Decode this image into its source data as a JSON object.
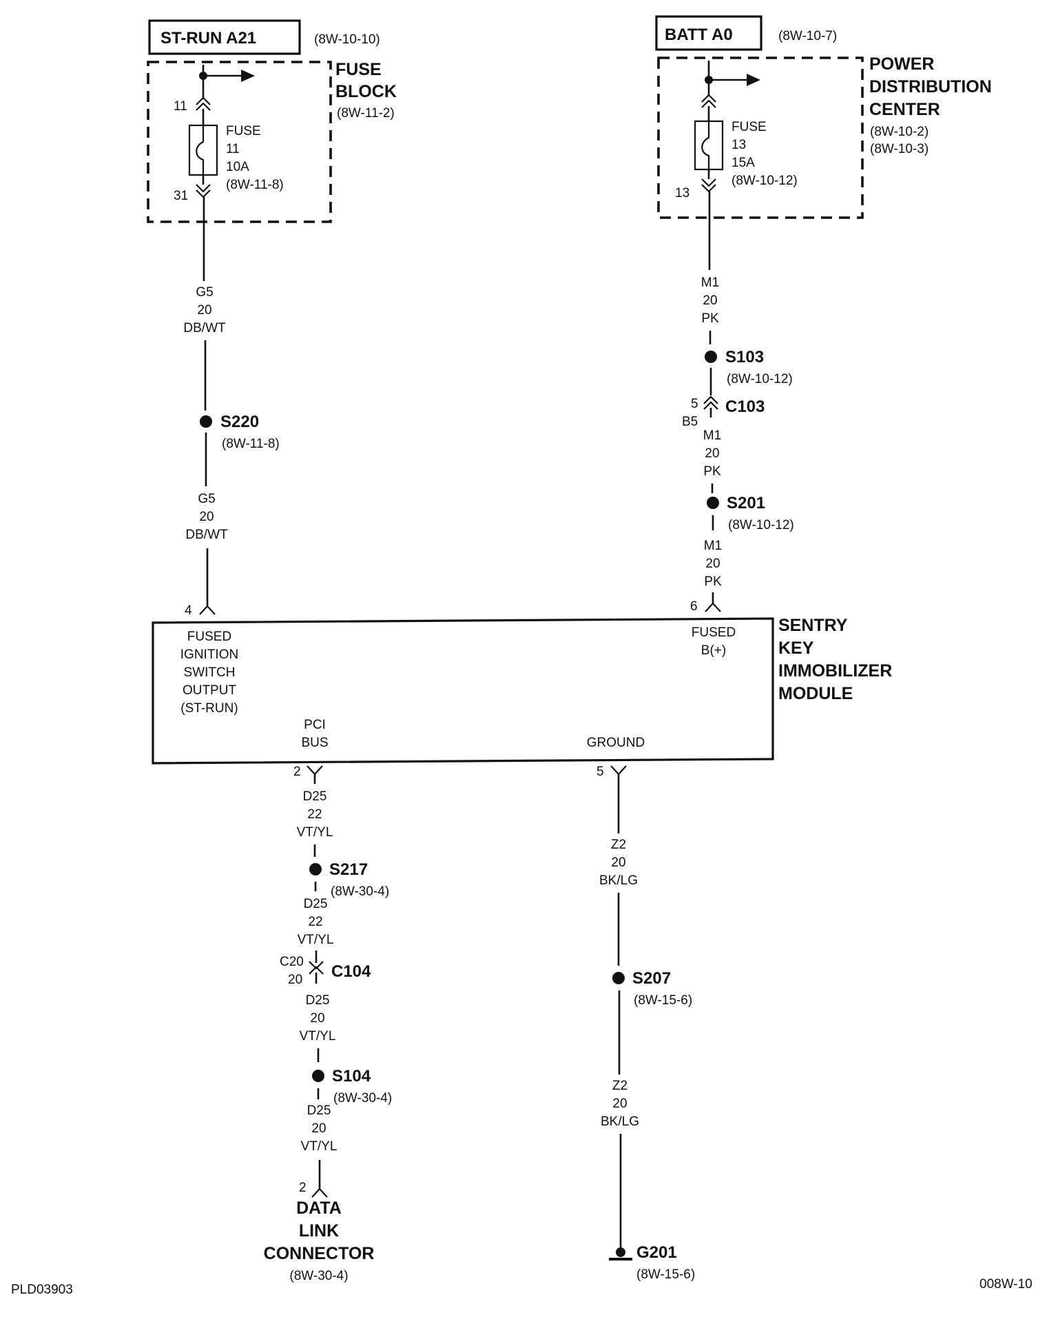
{
  "top_left": {
    "source_label": "ST-RUN A21",
    "source_ref": "(8W-10-10)",
    "block_title": [
      "FUSE",
      "BLOCK"
    ],
    "block_ref": "(8W-11-2)",
    "fuse_in_pin": "11",
    "fuse_out_pin": "31",
    "fuse_lines": [
      "FUSE",
      "11",
      "10A",
      "(8W-11-8)"
    ]
  },
  "top_right": {
    "source_label": "BATT A0",
    "source_ref": "(8W-10-7)",
    "block_title": [
      "POWER",
      "DISTRIBUTION",
      "CENTER"
    ],
    "block_refs": [
      "(8W-10-2)",
      "(8W-10-3)"
    ],
    "fuse_out_pin": "13",
    "fuse_lines": [
      "FUSE",
      "13",
      "15A",
      "(8W-10-12)"
    ]
  },
  "left_wire": {
    "seg1": [
      "G5",
      "20",
      "DB/WT"
    ],
    "splice_name": "S220",
    "splice_ref": "(8W-11-8)",
    "seg2": [
      "G5",
      "20",
      "DB/WT"
    ],
    "pin": "4"
  },
  "right_wire": {
    "seg1": [
      "M1",
      "20",
      "PK"
    ],
    "splice1_name": "S103",
    "splice1_ref": "(8W-10-12)",
    "conn_pin_a": "5",
    "conn_pin_b": "B5",
    "conn_name": "C103",
    "seg2": [
      "M1",
      "20",
      "PK"
    ],
    "splice2_name": "S201",
    "splice2_ref": "(8W-10-12)",
    "seg3": [
      "M1",
      "20",
      "PK"
    ],
    "pin": "6"
  },
  "module": {
    "title": [
      "SENTRY",
      "KEY",
      "IMMOBILIZER",
      "MODULE"
    ],
    "ign_lines": [
      "FUSED",
      "IGNITION",
      "SWITCH",
      "OUTPUT",
      "(ST-RUN)"
    ],
    "batt_lines": [
      "FUSED",
      "B(+)"
    ],
    "pci_lines": [
      "PCI",
      "BUS"
    ],
    "ground_label": "GROUND"
  },
  "pci_wire": {
    "pin": "2",
    "seg1": [
      "D25",
      "22",
      "VT/YL"
    ],
    "splice1_name": "S217",
    "splice1_ref": "(8W-30-4)",
    "seg2": [
      "D25",
      "22",
      "VT/YL"
    ],
    "conn_pin_a": "C20",
    "conn_pin_b": "20",
    "conn_name": "C104",
    "seg3": [
      "D25",
      "20",
      "VT/YL"
    ],
    "splice2_name": "S104",
    "splice2_ref": "(8W-30-4)",
    "seg4": [
      "D25",
      "20",
      "VT/YL"
    ],
    "end_pin": "2",
    "dlc_title": [
      "DATA",
      "LINK",
      "CONNECTOR"
    ],
    "dlc_ref": "(8W-30-4)"
  },
  "ground_wire": {
    "pin": "5",
    "seg1": [
      "Z2",
      "20",
      "BK/LG"
    ],
    "splice_name": "S207",
    "splice_ref": "(8W-15-6)",
    "seg2": [
      "Z2",
      "20",
      "BK/LG"
    ],
    "ground_name": "G201",
    "ground_ref": "(8W-15-6)"
  },
  "footer": {
    "left_code": "PLD03903",
    "right_code": "008W-10"
  }
}
